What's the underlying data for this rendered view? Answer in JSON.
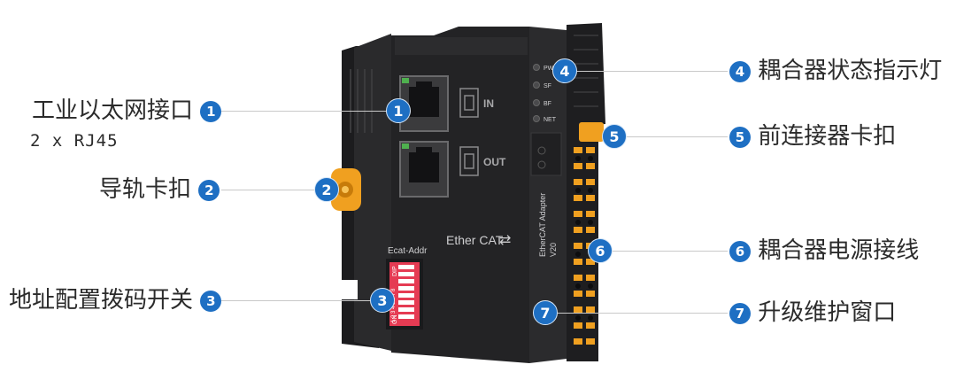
{
  "device": {
    "port_in": "IN",
    "port_out": "OUT",
    "brand": "Ether CAT",
    "brand_arrows": "⇄",
    "dip_title": "Ecat-Addr",
    "dip_label": "DIP",
    "dip_on": "ON",
    "dip_numbers": "1 2 3 4 5 6 7 8",
    "leds": [
      "PWR",
      "SF",
      "BF",
      "NET"
    ],
    "side_line1": "EtherCAT Adapter",
    "side_line2": "V20"
  },
  "callouts": [
    {
      "n": "1",
      "text": "工业以太网接口",
      "sub": "2 x RJ45"
    },
    {
      "n": "2",
      "text": "导轨卡扣"
    },
    {
      "n": "3",
      "text": "地址配置拨码开关"
    },
    {
      "n": "4",
      "text": "耦合器状态指示灯"
    },
    {
      "n": "5",
      "text": "前连接器卡扣"
    },
    {
      "n": "6",
      "text": "耦合器电源接线"
    },
    {
      "n": "7",
      "text": "升级维护窗口"
    }
  ],
  "colors": {
    "accent": "#1e6fc3",
    "device_body": "#232325",
    "latch": "#f0a020",
    "dip": "#e53b53"
  }
}
